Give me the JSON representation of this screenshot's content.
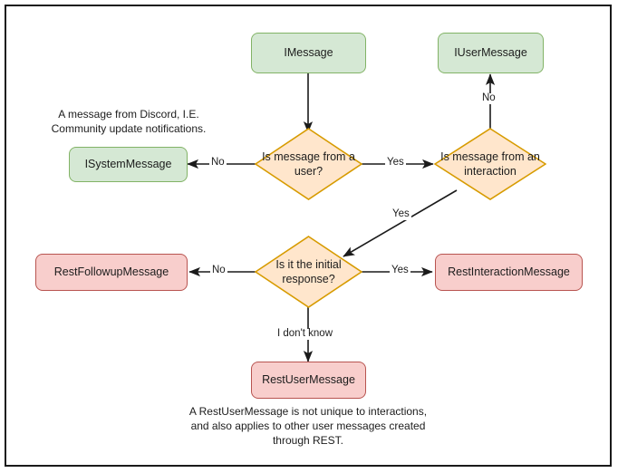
{
  "diagram": {
    "title": "Discord message type decision flowchart",
    "colors": {
      "green_fill": "#d5e8d4",
      "green_border": "#82b366",
      "pink_fill": "#f8cecc",
      "pink_border": "#b85450",
      "orange_fill": "#ffe6cc",
      "orange_border": "#d79b00",
      "edge": "#1a1a1a",
      "frame": "#1a1a1a",
      "text": "#1c1c1c"
    },
    "nodes": {
      "imessage": "IMessage",
      "iusermessage": "IUserMessage",
      "isystemmessage": "ISystemMessage",
      "restfollowupmessage": "RestFollowupMessage",
      "restinteractionmessage": "RestInteractionMessage",
      "restusermessage": "RestUserMessage"
    },
    "decisions": {
      "is_message_from_user": "Is message from a user?",
      "is_message_from_interaction": "Is message from an interaction",
      "is_initial_response": "Is it the initial response?"
    },
    "edge_labels": {
      "user_no": "No",
      "user_yes": "Yes",
      "interaction_no": "No",
      "interaction_yes": "Yes",
      "initial_no": "No",
      "initial_yes": "Yes",
      "initial_unknown": "I don't know"
    },
    "notes": {
      "system_message": "A message from Discord, I.E.\nCommunity update notifications.",
      "rest_user_message": "A RestUserMessage is not unique to interactions,\nand also applies to other user messages created\nthrough REST."
    }
  }
}
